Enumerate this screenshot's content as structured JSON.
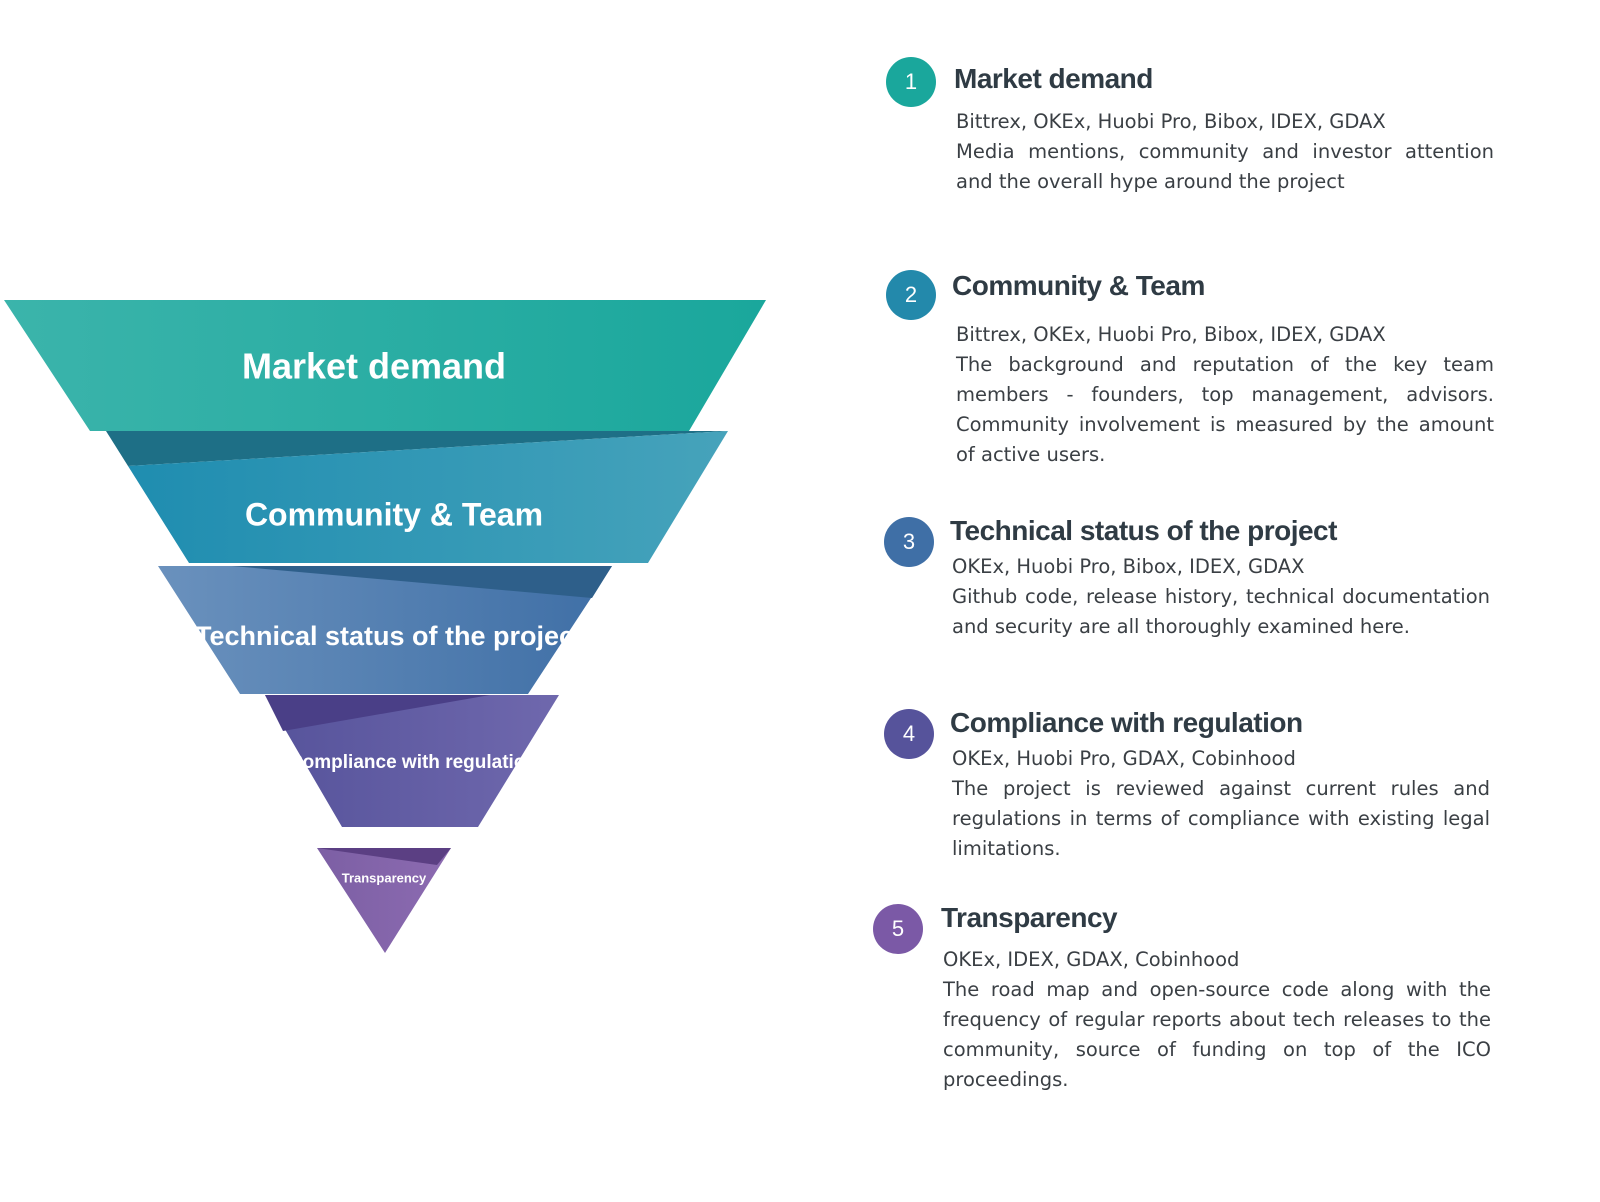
{
  "funnel": {
    "levels": [
      {
        "label": "Market demand",
        "colors": [
          "#3bb4ab",
          "#1aa79c"
        ]
      },
      {
        "label": "Community & Team",
        "colors": [
          "#1f8db0",
          "#46a3bb"
        ]
      },
      {
        "label": "Technical status of the project",
        "colors": [
          "#6a91bd",
          "#3f6fa6"
        ]
      },
      {
        "label": "Compliance with regulation",
        "colors": [
          "#56539b",
          "#6f68ad"
        ]
      },
      {
        "label": "Transparency",
        "colors": [
          "#7c5fa4",
          "#8c6bb1"
        ]
      }
    ]
  },
  "steps": [
    {
      "number": "1",
      "color": "#1aa79c",
      "title": "Market demand",
      "exchanges": "Bittrex, OKEx, Huobi Pro, Bibox, IDEX, GDAX",
      "description": "Media mentions, community and investor attention and the overall hype around the project"
    },
    {
      "number": "2",
      "color": "#2389ab",
      "title": "Community & Team",
      "exchanges": "Bittrex, OKEx, Huobi Pro, Bibox, IDEX, GDAX",
      "description": "The background and reputation of the key team members - founders, top management, advisors. Community involvement is measured by the amount of active users."
    },
    {
      "number": "3",
      "color": "#3f6fa6",
      "title": "Technical status of the project",
      "exchanges": "OKEx, Huobi Pro, Bibox, IDEX, GDAX",
      "description": "Github code, release history, technical documentation and security are all thoroughly examined here."
    },
    {
      "number": "4",
      "color": "#56539b",
      "title": "Compliance with regulation",
      "exchanges": "OKEx, Huobi Pro, GDAX, Cobinhood",
      "description": "The project is reviewed against current rules and regulations in terms of compliance with existing legal limitations."
    },
    {
      "number": "5",
      "color": "#7b59a6",
      "title": "Transparency",
      "exchanges": "OKEx, IDEX, GDAX, Cobinhood",
      "description": "The road map and open-source code along with the frequency of regular reports about tech releases to the community, source of funding on top of the ICO proceedings."
    }
  ]
}
